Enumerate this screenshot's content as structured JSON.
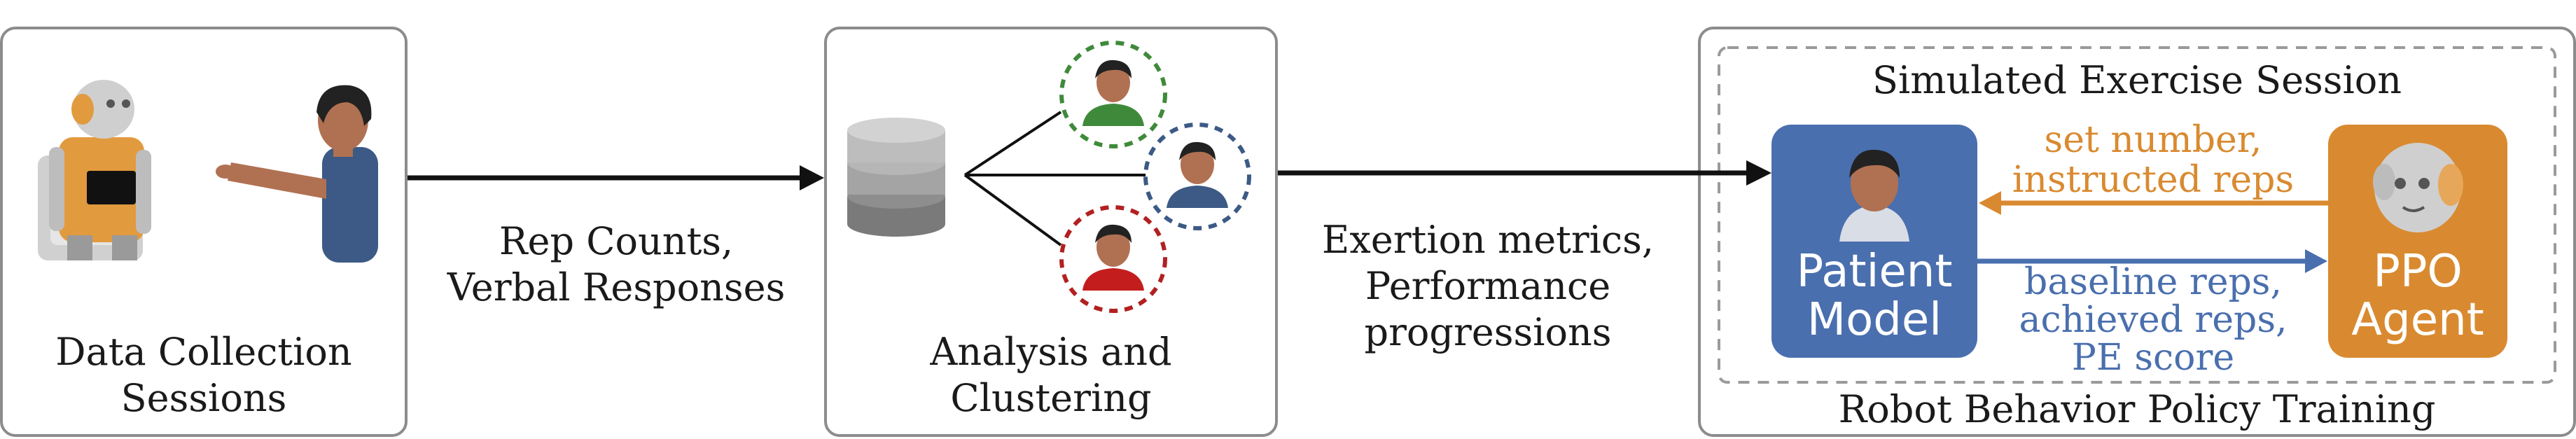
{
  "panels": {
    "data_collection": {
      "title_line1": "Data Collection",
      "title_line2": "Sessions"
    },
    "analysis": {
      "title_line1": "Analysis and",
      "title_line2": "Clustering"
    },
    "training": {
      "outer_title": "Robot Behavior Policy Training",
      "inner_title": "Simulated Exercise Session",
      "patient_model": {
        "line1": "Patient",
        "line2": "Model"
      },
      "ppo_agent": {
        "line1": "PPO",
        "line2": "Agent"
      },
      "agent_to_patient": {
        "line1": "set number,",
        "line2": "instructed reps"
      },
      "patient_to_agent": {
        "line1": "baseline reps,",
        "line2": "achieved reps,",
        "line3": "PE score"
      }
    }
  },
  "arrows": {
    "collection_to_analysis": {
      "line1": "Rep Counts,",
      "line2": "Verbal Responses"
    },
    "analysis_to_training": {
      "line1": "Exertion metrics,",
      "line2": "Performance",
      "line3": "progressions"
    }
  },
  "colors": {
    "orange": "#d98a30",
    "blue": "#4a6fae",
    "green": "#3f8a3a",
    "navy": "#3c5a85",
    "red": "#b22020",
    "panel_border": "#8c8c8c"
  },
  "clusters": [
    "green-cluster",
    "blue-cluster",
    "red-cluster"
  ]
}
